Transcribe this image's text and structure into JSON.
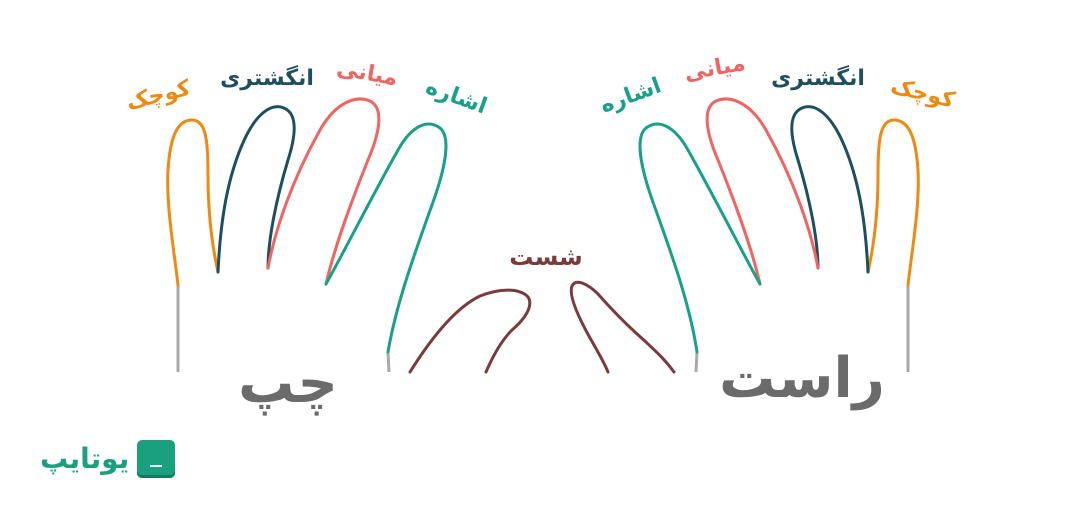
{
  "colors": {
    "pinky": "#ee8a11",
    "ring": "#1d4f5e",
    "middle": "#ef6562",
    "index": "#18a08a",
    "thumb": "#7a3b3b",
    "wrist": "#a9a9a9",
    "hand_label": "#6b6b6b",
    "brand": "#1a9f7f"
  },
  "left_hand": {
    "label": "چپ",
    "fingers": {
      "pinky": "کوچک",
      "ring": "انگشتری",
      "middle": "میانی",
      "index": "اشاره"
    }
  },
  "right_hand": {
    "label": "راست",
    "fingers": {
      "pinky": "کوچک",
      "ring": "انگشتری",
      "middle": "میانی",
      "index": "اشاره"
    }
  },
  "thumb_label": "شست",
  "brand": {
    "name": "یوتایپ",
    "icon": "keyboard-key-icon"
  }
}
